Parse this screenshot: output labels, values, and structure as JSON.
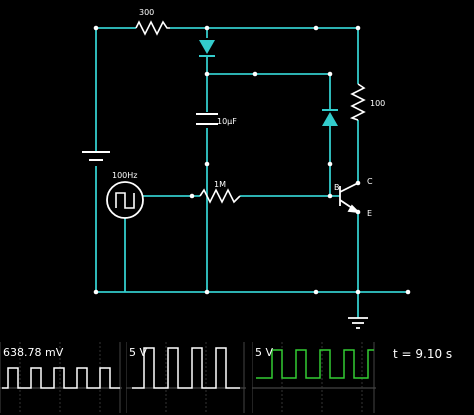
{
  "components": {
    "resistor_top": "300",
    "capacitor": "10μF",
    "resistor_right": "100",
    "resistor_mid": "1M",
    "source": "100Hz",
    "transistor_b": "B",
    "transistor_c": "C",
    "transistor_e": "E"
  },
  "scopes": [
    {
      "label": "638.78 mV",
      "color": "#ffffff"
    },
    {
      "label": "5 V",
      "color": "#ffffff"
    },
    {
      "label": "5 V",
      "color": "#33cc33"
    }
  ],
  "time": "t = 9.10 s",
  "colors": {
    "wire": "#33cccc",
    "background": "#000000",
    "trace_green": "#33cc33"
  }
}
